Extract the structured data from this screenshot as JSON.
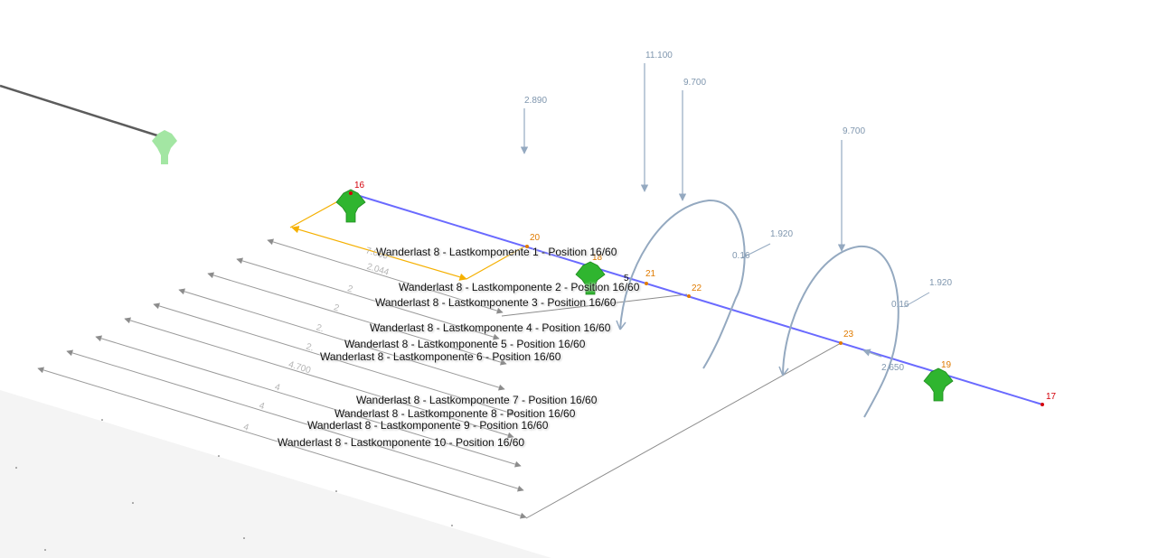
{
  "nodes": [
    {
      "id": "16",
      "color": "#d4000a"
    },
    {
      "id": "20",
      "color": "#e07b00"
    },
    {
      "id": "18",
      "color": "#e07b00"
    },
    {
      "id": "5",
      "color": "#111111"
    },
    {
      "id": "21",
      "color": "#e07b00"
    },
    {
      "id": "22",
      "color": "#e07b00"
    },
    {
      "id": "23",
      "color": "#e07b00"
    },
    {
      "id": "19",
      "color": "#e07b00"
    },
    {
      "id": "17",
      "color": "#d4000a"
    }
  ],
  "loads": {
    "forces": [
      "2.890",
      "11.100",
      "9.700",
      "9.700"
    ],
    "moments": [
      "1.920",
      "1.920"
    ],
    "moment_inner": [
      "0.16",
      "0.16"
    ],
    "line_value": "2.650"
  },
  "dimensions": {
    "first": "7.000",
    "values": [
      "2.044",
      "2",
      "2",
      "2.",
      "2.",
      "4.700",
      "4",
      "4",
      "4"
    ]
  },
  "load_labels": [
    "Wanderlast  8 - Lastkomponente 1 - Position 16/60",
    "Wanderlast  8 - Lastkomponente 2 - Position 16/60",
    "Wanderlast  8 - Lastkomponente 3 - Position 16/60",
    "Wanderlast  8 - Lastkomponente 4 - Position 16/60",
    "Wanderlast  8 - Lastkomponente 5 - Position 16/60",
    "Wanderlast  8 - Lastkomponente 6 - Position 16/60",
    "Wanderlast  8 - Lastkomponente 7 - Position 16/60",
    "Wanderlast  8 - Lastkomponente 8 - Position 16/60",
    "Wanderlast  8 - Lastkomponente 9 - Position 16/60",
    "Wanderlast  8 - Lastkomponente 10 - Position 16/60"
  ],
  "colors": {
    "member": "#6a6aff",
    "load": "#94a9c0",
    "dim": "#9a9a9a",
    "highlight": "#f5b000",
    "support": "#2fb52f",
    "support_faded": "#a3e6a3",
    "ground": "#f4f4f4"
  }
}
